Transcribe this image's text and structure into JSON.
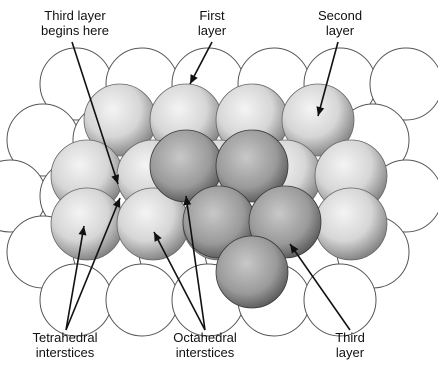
{
  "labels": {
    "third_layer_begins": [
      "Third layer",
      "begins here"
    ],
    "first_layer": [
      "First",
      "layer"
    ],
    "second_layer": [
      "Second",
      "layer"
    ],
    "tetrahedral": [
      "Tetrahedral",
      "interstices"
    ],
    "octahedral": [
      "Octahedral",
      "interstices"
    ],
    "third_layer": [
      "Third",
      "layer"
    ]
  },
  "colors": {
    "ink": "#111111",
    "first_layer_outline": "#555555",
    "second_layer_fill": "#d0d0d0",
    "third_layer_fill": "#9a9a9a"
  }
}
